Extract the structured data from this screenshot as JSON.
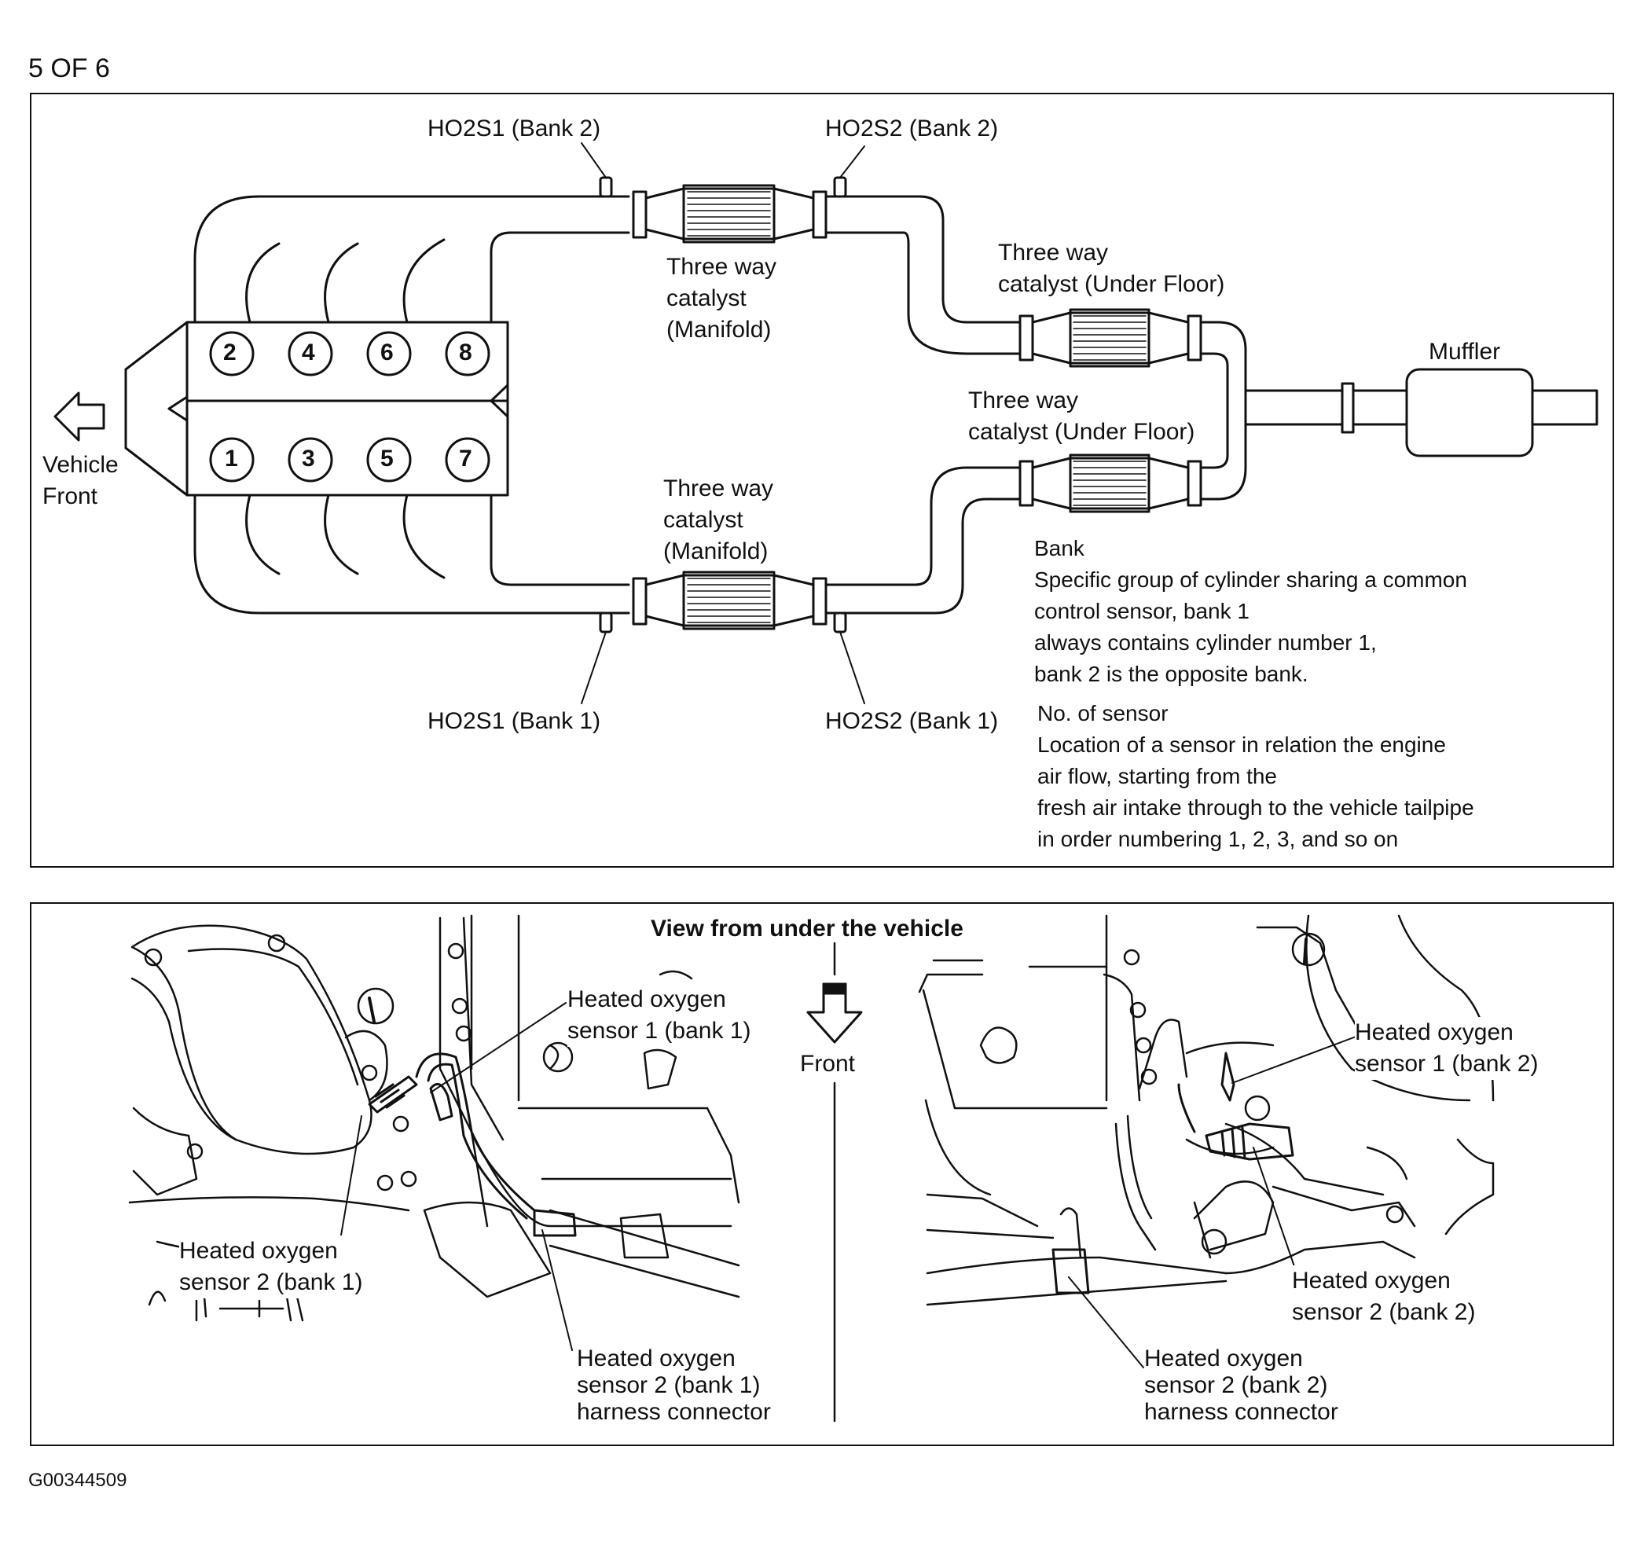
{
  "page_label": "5 OF 6",
  "figure_id": "G00344509",
  "top_diagram": {
    "sensor_labels": {
      "ho2s1_bank2": "HO2S1 (Bank 2)",
      "ho2s2_bank2": "HO2S2 (Bank 2)",
      "ho2s1_bank1": "HO2S1 (Bank 1)",
      "ho2s2_bank1": "HO2S2 (Bank 1)"
    },
    "catalyst_manifold_upper": [
      "Three way",
      "catalyst",
      "(Manifold)"
    ],
    "catalyst_manifold_lower": [
      "Three way",
      "catalyst",
      "(Manifold)"
    ],
    "catalyst_underfloor_upper": [
      "Three way",
      "catalyst (Under Floor)"
    ],
    "catalyst_underfloor_lower": [
      "Three way",
      "catalyst (Under Floor)"
    ],
    "muffler": "Muffler",
    "vehicle_front": [
      "Vehicle",
      "Front"
    ],
    "cylinders_bank2": [
      "2",
      "4",
      "6",
      "8"
    ],
    "cylinders_bank1": [
      "1",
      "3",
      "5",
      "7"
    ],
    "bank_note": {
      "title": "Bank",
      "lines": [
        "Specific group of cylinder sharing a common",
        "control sensor, bank 1",
        "always contains cylinder number 1,",
        "bank 2 is the opposite bank."
      ]
    },
    "sensor_note": {
      "title": "No. of sensor",
      "lines": [
        "Location of a sensor in relation the engine",
        "air flow, starting from the",
        "fresh air intake through to the vehicle tailpipe",
        "in order numbering 1, 2, 3, and so on"
      ]
    }
  },
  "bottom_diagram": {
    "view_title": "View from under the vehicle",
    "front_label": "Front",
    "left": {
      "sensor1": [
        "Heated oxygen",
        "sensor 1 (bank 1)"
      ],
      "sensor2": [
        "Heated oxygen",
        "sensor 2 (bank 1)"
      ],
      "harness": [
        "Heated oxygen",
        "sensor 2 (bank 1)",
        "harness connector"
      ]
    },
    "right": {
      "sensor1": [
        "Heated oxygen",
        "sensor 1 (bank 2)"
      ],
      "sensor2": [
        "Heated oxygen",
        "sensor 2 (bank 2)"
      ],
      "harness": [
        "Heated oxygen",
        "sensor 2 (bank 2)",
        "harness connector"
      ]
    }
  }
}
